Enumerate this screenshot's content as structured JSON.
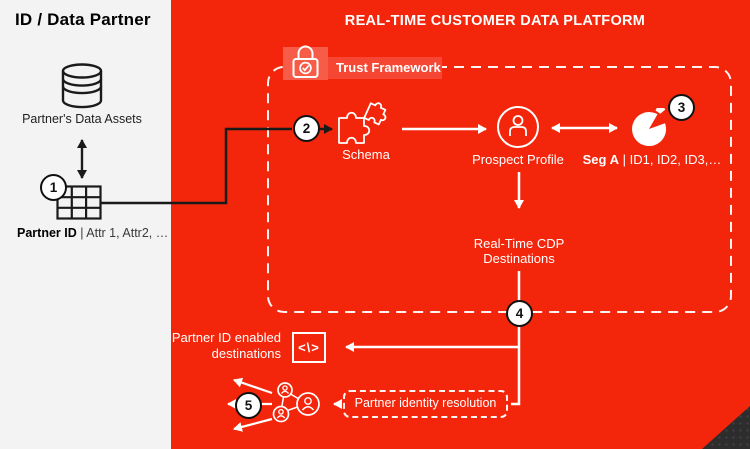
{
  "colors": {
    "background": "#F3260B",
    "panel": "#F3F3F3",
    "ink": "#1A1A1A",
    "white": "#FFFFFF",
    "corner": "#2D2D2D",
    "trust_tile": "#F65C48",
    "trust_strip": "#F54733"
  },
  "left_panel": {
    "title": "ID / Data Partner",
    "assets_label": "Partner's Data Assets",
    "caption_bold": "Partner ID",
    "caption_rest": " | Attr 1, Attr2, …"
  },
  "platform": {
    "title": "REAL-TIME CUSTOMER DATA PLATFORM",
    "trust_framework": "Trust Framework",
    "schema": "Schema",
    "prospect": "Prospect Profile",
    "segment_bold": "Seg A",
    "segment_rest": " | ID1, ID2, ID3,…",
    "dest_line1": "Real-Time CDP",
    "dest_line2": "Destinations"
  },
  "bottom": {
    "enabled_line1": "Partner ID enabled",
    "enabled_line2": "destinations",
    "code_glyph": "<\\>",
    "identity_resolution": "Partner identity resolution"
  },
  "steps": [
    "1",
    "2",
    "3",
    "4",
    "5"
  ]
}
